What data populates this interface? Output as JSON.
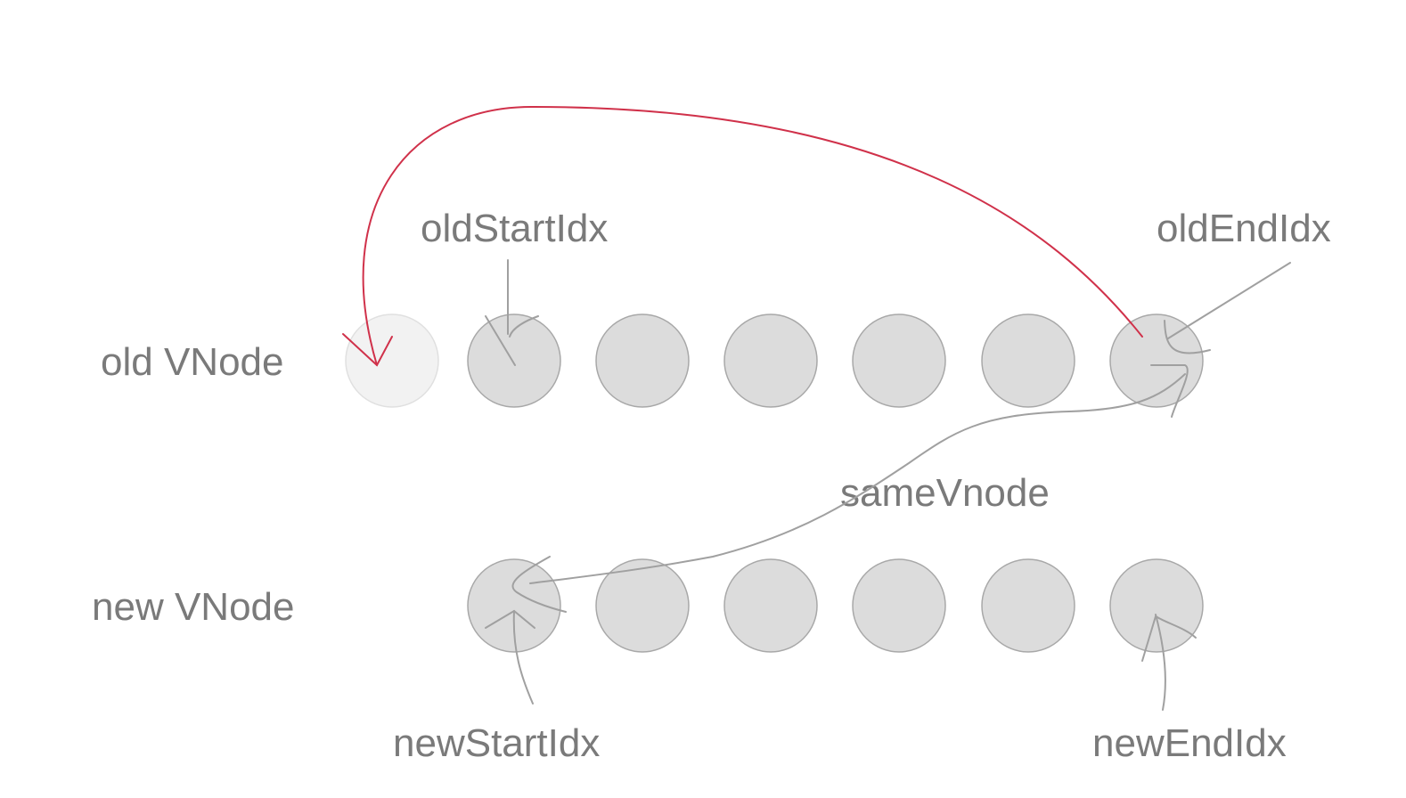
{
  "rows": {
    "old_label": "old VNode",
    "new_label": "new VNode"
  },
  "pointers": {
    "old_start": "oldStartIdx",
    "old_end": "oldEndIdx",
    "new_start": "newStartIdx",
    "new_end": "newEndIdx",
    "compare": "sameVnode"
  },
  "nodes": {
    "old_count": 7,
    "new_count": 6,
    "old_faded_index": 0
  },
  "colors": {
    "move_arrow": "#d0314a",
    "pointer": "#a0a0a0",
    "node_fill": "#dcdcdc",
    "text": "#7a7a7a"
  }
}
